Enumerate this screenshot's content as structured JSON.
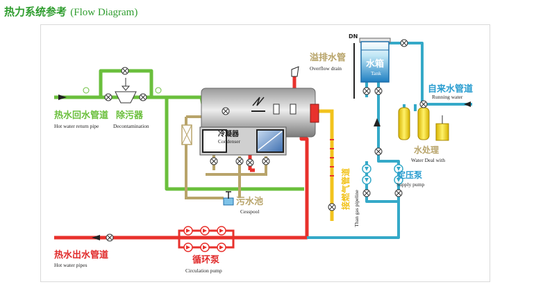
{
  "title": {
    "cn": "热力系统参考",
    "en": "(Flow Diagram)"
  },
  "labels": {
    "hot_return_cn": "热水回水管道",
    "hot_return_en": "Hot water return pipe",
    "decontam_cn": "除污器",
    "decontam_en": "Decontamination",
    "condenser_cn": "冷凝器",
    "condenser_en": "Condenser",
    "cesspool_cn": "污水池",
    "cesspool_en": "Cesspool",
    "overflow_cn": "溢排水管",
    "overflow_en": "Overflow drain",
    "tank_cn": "水箱",
    "tank_en": "Tank",
    "dn": "DN",
    "running_cn": "自来水管道",
    "running_en": "Running water",
    "treat_cn": "水处理",
    "treat_en": "Water Deal with",
    "supply_cn": "定压泵",
    "supply_en": "Supply pump",
    "gas_cn": "接燃气管道",
    "gas_en": "Than gas pipeline",
    "hot_out_cn": "热水出水管道",
    "hot_out_en": "Hot water pipes",
    "circ_cn": "循环泵",
    "circ_en": "Circulation pump"
  },
  "colors": {
    "green": "#6abf3c",
    "tan": "#b8a46a",
    "red": "#e8312c",
    "blue": "#35a9c8",
    "yellow": "#f2c31d",
    "title_green": "#2f9d2f",
    "label_blue": "#2a9dd0",
    "label_red": "#e02b2b"
  }
}
